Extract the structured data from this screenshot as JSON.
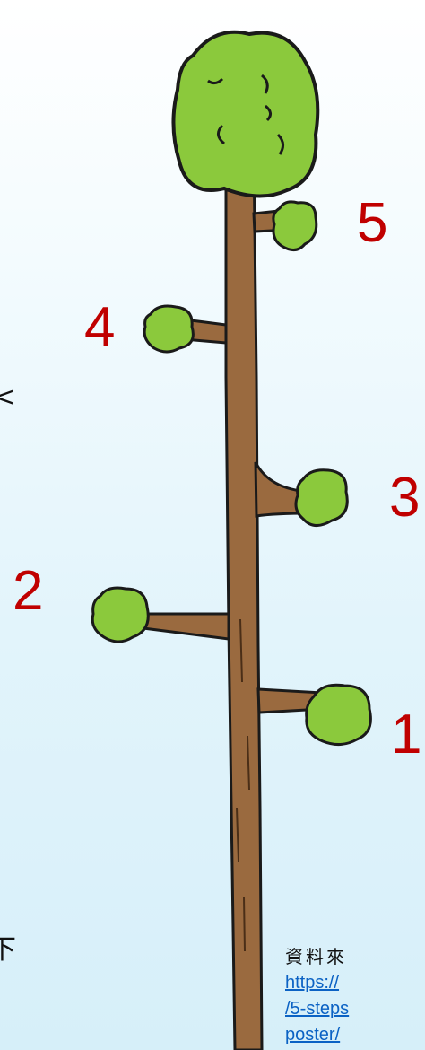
{
  "step_numbers": [
    "5",
    "4",
    "3",
    "2",
    "1"
  ],
  "edge_glyphs": [
    "<",
    "下"
  ],
  "source": {
    "label": "資料來",
    "link_lines": [
      "https://",
      "/5-steps",
      "poster/"
    ]
  },
  "colors": {
    "step_number": "#c00000",
    "trunk": "#9a6a3f",
    "foliage": "#8bc93c",
    "link": "#0b62c4"
  }
}
